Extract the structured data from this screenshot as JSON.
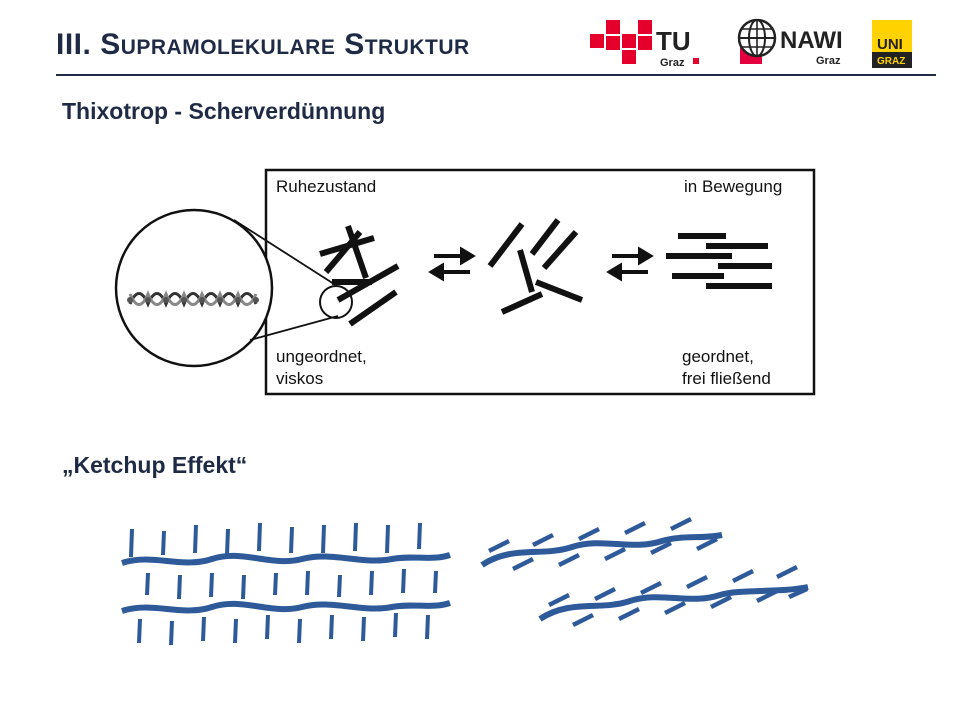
{
  "slide": {
    "title_prefix": "III.",
    "title_rest": "Supramolekulare Struktur",
    "subtitle": "Thixotrop - Scherverdünnung",
    "ketchup_label": "„Ketchup Effekt“"
  },
  "logos": {
    "tu_text": "TU",
    "tu_sub": "Graz",
    "nawi_text": "NAWI",
    "nawi_sub": "Graz",
    "uni_text": "UNI",
    "uni_sub": "GRAZ"
  },
  "diagram": {
    "rest_state": "Ruhezustand",
    "in_motion": "in Bewegung",
    "left_caption_line1": "ungeordnet,",
    "left_caption_line2": "viskos",
    "right_caption_line1": "geordnet,",
    "right_caption_line2": "frei fließend"
  },
  "colors": {
    "title": "#1f2a44",
    "tu_red": "#e4002b",
    "nawi_red": "#e5003e",
    "uni_yellow": "#ffd200",
    "strand_blue": "#2e5a9a"
  }
}
